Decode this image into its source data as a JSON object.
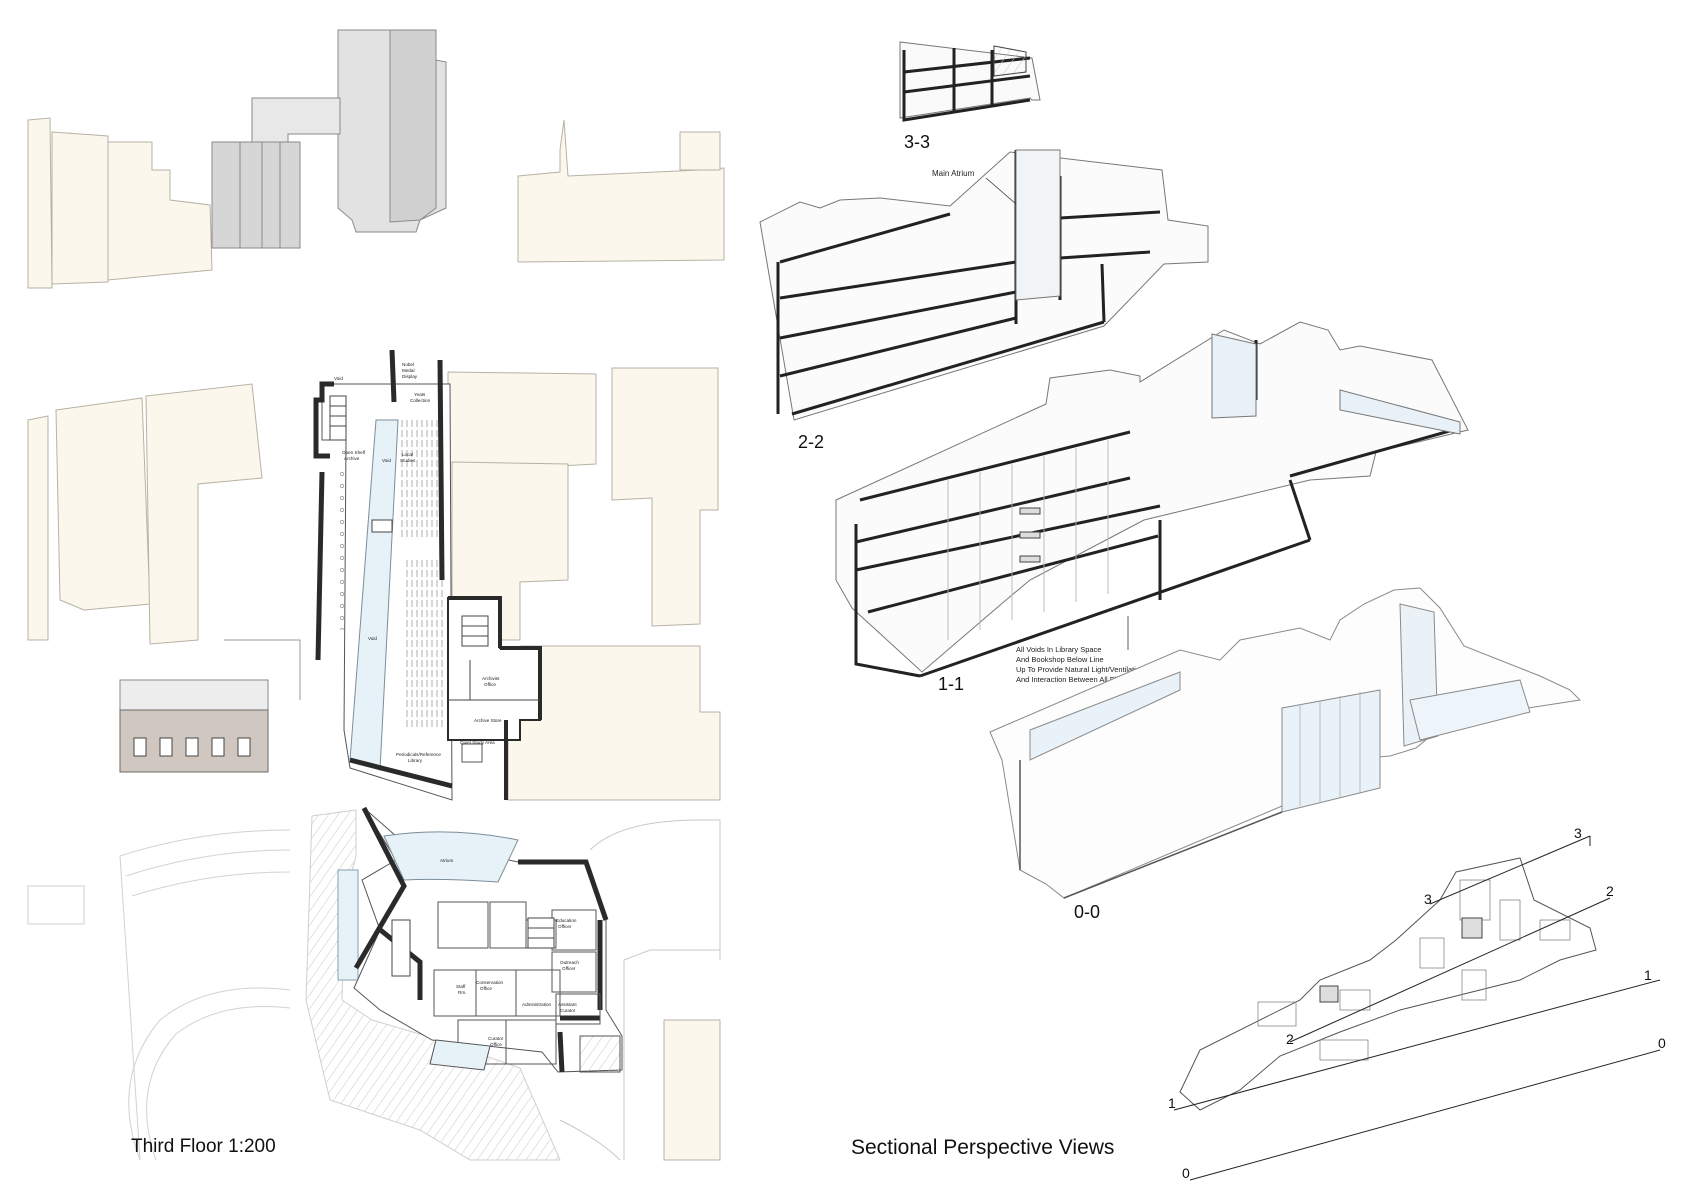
{
  "captions": {
    "plan_title": "Third Floor 1:200",
    "sections_title": "Sectional  Perspective Views"
  },
  "section_labels": {
    "s33": "3-3",
    "s22": "2-2",
    "s11": "1-1",
    "s00": "0-0"
  },
  "key_plan_markers": {
    "m3a": "3",
    "m3b": "3",
    "m2a": "2",
    "m2b": "2",
    "m1a": "1",
    "m1b": "1",
    "m0a": "0",
    "m0b": "0"
  },
  "annotations": {
    "main_atrium": "Main Atrium",
    "voids_note": [
      "All Voids In Library Space",
      "And Bookshop Below Line",
      "Up To Provide Natural Light/Ventilation",
      "And Interaction Between All Floor Plates"
    ]
  },
  "room_labels": {
    "void_a": "Void",
    "nobel": "Nobel",
    "medal": "Medal",
    "display": "Display",
    "yeats": "Yeats",
    "collection": "Collection",
    "open_shelf": "Open Shelf",
    "archive": "Archive",
    "void_b": "Void",
    "local": "Local",
    "studies": "Studies",
    "void_c": "Void",
    "archivist": "Archivist",
    "office": "Office",
    "archive_store": "Archive Store",
    "periodicals": "Periodicals/Reference",
    "library": "Library",
    "quiet_study": "Quiet Study Area",
    "atrium": "Atrium",
    "education": "Education",
    "education_office": "Officer",
    "outreach": "Outreach",
    "outreach_office": "Officer",
    "staff": "Staff",
    "staff_rm": "Rm.",
    "conservation": "Conservation",
    "conservation_office": "Office",
    "administration": "Administration",
    "assistant": "Assistant",
    "curator_a": "Curator",
    "curator_office": "Curator",
    "curator_office2": "Office"
  },
  "colors": {
    "neighbour_fill": "#fbf7ec",
    "neighbour_stroke": "#b8b2a5",
    "wall": "#2a2a2a",
    "glass": "#e6f1f8",
    "grey_roof": "#dcdcdc"
  }
}
